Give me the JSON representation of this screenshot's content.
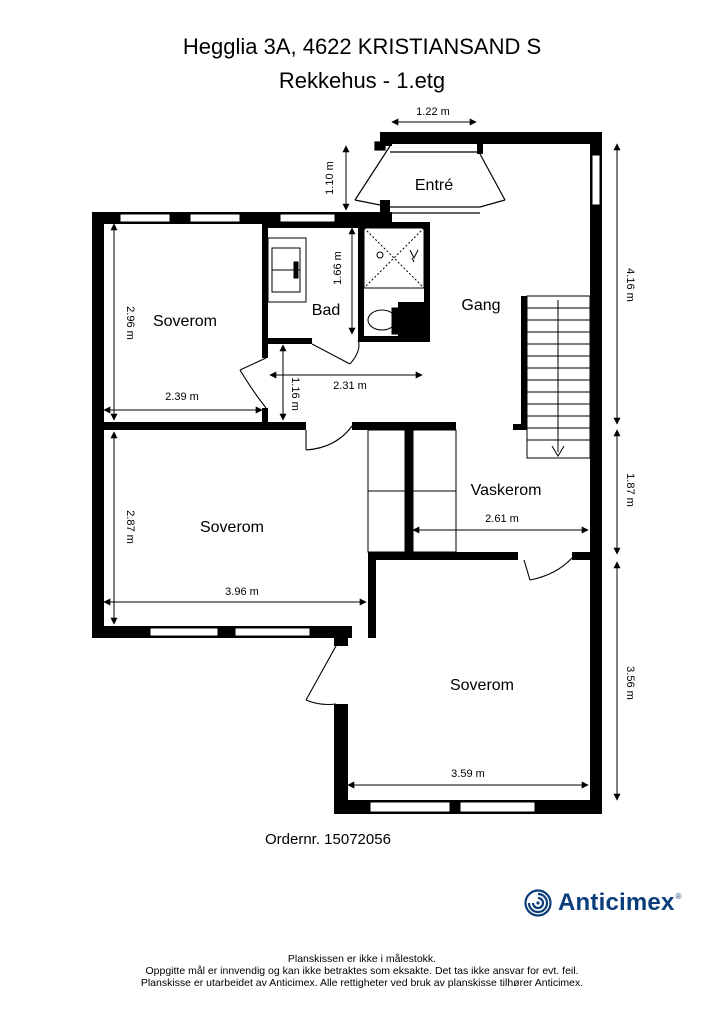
{
  "header": {
    "address": "Hegglia 3A, 4622 KRISTIANSAND S",
    "subtitle": "Rekkehus  - 1.etg"
  },
  "rooms": {
    "entre": "Entré",
    "bad": "Bad",
    "gang": "Gang",
    "soverom_1": "Soverom",
    "soverom_2": "Soverom",
    "soverom_3": "Soverom",
    "vaskerom": "Vaskerom"
  },
  "dimensions": {
    "entre_width": "1.22 m",
    "entre_depth": "1.10 m",
    "bad_height": "1.66 m",
    "soverom1_height": "2.96 m",
    "soverom1_width": "2.39 m",
    "gang_width": "2.31 m",
    "gang_small": "1.16 m",
    "right_upper": "4.16 m",
    "right_middle": "1.87 m",
    "right_lower": "3.56 m",
    "soverom2_height": "2.87 m",
    "soverom2_width": "3.96 m",
    "vaskerom_width": "2.61 m",
    "soverom3_width": "3.59 m"
  },
  "order_number": "Ordernr. 15072056",
  "logo": {
    "name": "Anticimex",
    "registered": "®",
    "color": "#0a3d7a"
  },
  "footer": {
    "line1": "Planskissen er ikke i målestokk.",
    "line2": "Oppgitte mål er innvendig og kan ikke betraktes som eksakte. Det tas ikke ansvar for evt. feil.",
    "line3": "Planskisse er utarbeidet av Anticimex. Alle rettigheter ved bruk av planskisse tilhører Anticimex."
  }
}
